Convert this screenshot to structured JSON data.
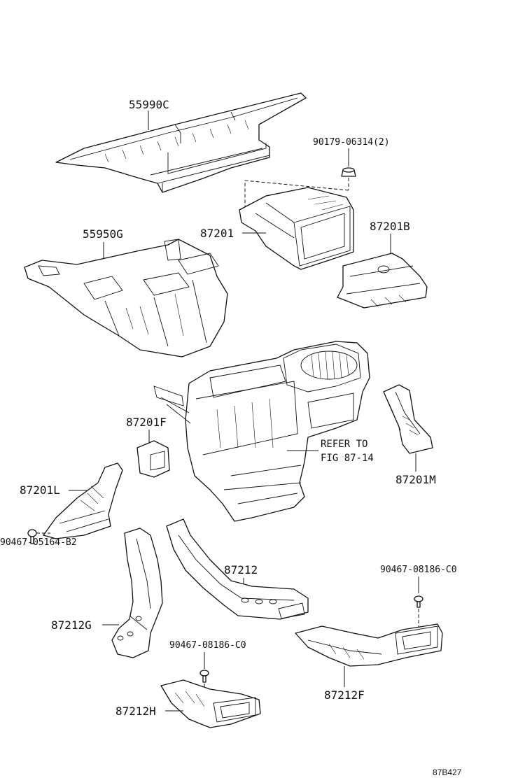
{
  "labels": {
    "p55990c": "55990C",
    "p90179": "90179-06314(2)",
    "p87201": "87201",
    "p87201b": "87201B",
    "p55950g": "55950G",
    "p87201f": "87201F",
    "refer_line1": "REFER TO",
    "refer_line2": "FIG 87-14",
    "p87201m": "87201M",
    "p87201l": "87201L",
    "p90467b2": "90467-05164-B2",
    "p87212": "87212",
    "p90467c0_right": "90467-08186-C0",
    "p87212g": "87212G",
    "p90467c0_mid": "90467-08186-C0",
    "p87212f": "87212F",
    "p87212h": "87212H",
    "diagram_code": "87B427"
  }
}
